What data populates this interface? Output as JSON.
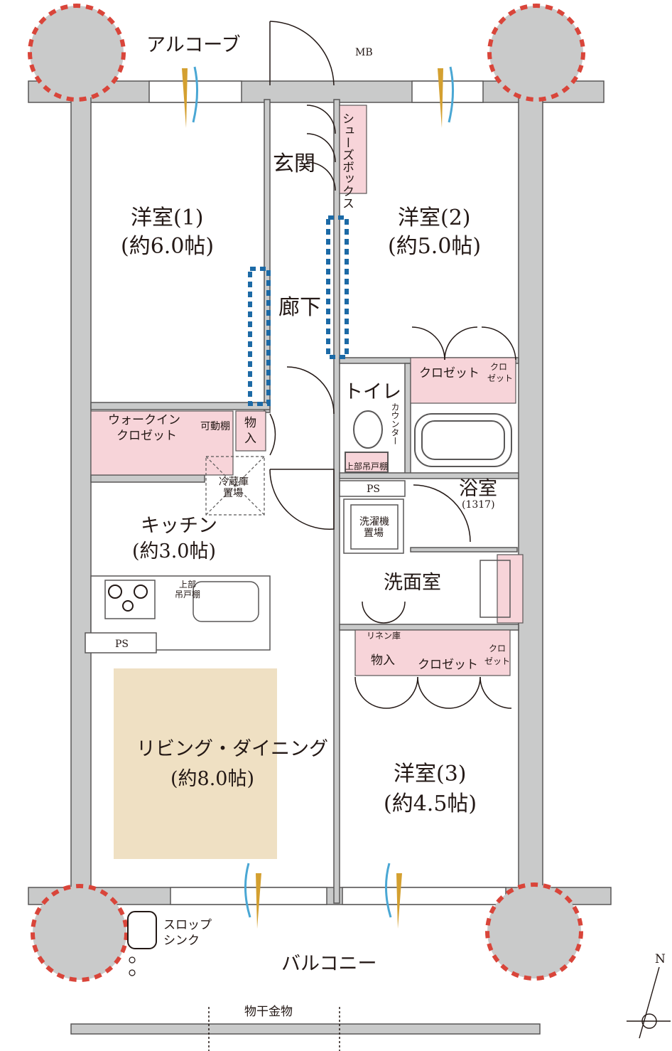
{
  "rooms": {
    "alcove": "アルコーブ",
    "mb": "MB",
    "entrance": "玄関",
    "shoe_box": "シューズボックス",
    "western1_name": "洋室(1)",
    "western1_size": "(約6.0帖)",
    "western2_name": "洋室(2)",
    "western2_size": "(約5.0帖)",
    "corridor": "廊下",
    "closet": "クロゼット",
    "closet_small_a": "クロ",
    "closet_small_b": "ゼット",
    "toilet": "トイレ",
    "counter": "カウンター",
    "upper_cabinet": "上部吊戸棚",
    "walkin_a": "ウォークイン",
    "walkin_b": "クロゼット",
    "movable_shelf": "可動棚",
    "storage_a": "物",
    "storage_b": "入",
    "fridge_a": "冷蔵庫",
    "fridge_b": "置場",
    "ps": "PS",
    "bath": "浴室",
    "bath_size": "(1317)",
    "washer_a": "洗濯機",
    "washer_b": "置場",
    "kitchen_name": "キッチン",
    "kitchen_size": "(約3.0帖)",
    "upper_a": "上部",
    "upper_b": "吊戸棚",
    "washroom": "洗面室",
    "linen": "リネン庫",
    "storage": "物入",
    "living_name": "リビング・ダイニング",
    "living_size": "(約8.0帖)",
    "western3_name": "洋室(3)",
    "western3_size": "(約4.5帖)",
    "slop_a": "スロップ",
    "slop_b": "シンク",
    "balcony": "バルコニー",
    "drying": "物干金物",
    "north": "N"
  },
  "colors": {
    "wall": "#c9caca",
    "wall_edge": "#595757",
    "storage_fill": "#f7d4d9",
    "living_fill": "#efe0c3",
    "column_dash": "#d9453a",
    "door_dash": "#1c6aa6",
    "vent": "#d4a030",
    "air": "#4aa7d4"
  }
}
